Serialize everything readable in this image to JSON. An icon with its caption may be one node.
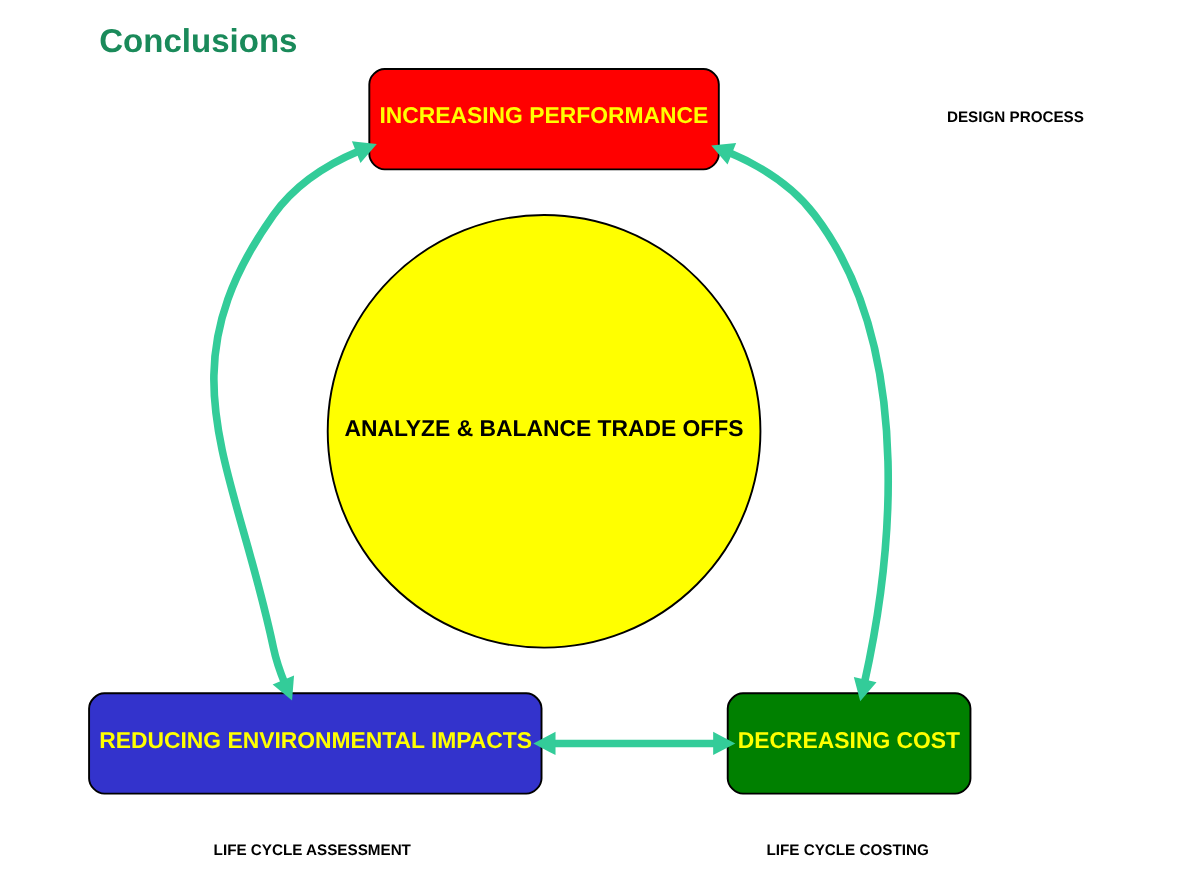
{
  "diagram": {
    "title": "Conclusions",
    "nodes": [
      {
        "text": [
          "INCREASING PERFORMANCE"
        ]
      },
      {
        "text": [
          "ANALYZE & BALANCE TRADE OFFS"
        ]
      },
      {
        "text": [
          "REDUCING ENVIRONMENTAL IMPACTS"
        ],
        "beside": [
          "LIFE CYCLE ASSESSMENT"
        ]
      },
      {
        "text": [
          "DECREASING COST"
        ],
        "beside": [
          "LIFE CYCLE COSTING"
        ]
      }
    ],
    "edges": [
      {
        "from": 2,
        "to": 0,
        "arrow": "both"
      },
      {
        "from": 0,
        "to": 3,
        "arrow": "both"
      },
      {
        "from": 2,
        "to": 3,
        "arrow": "both"
      }
    ],
    "labels": [
      "DESIGN PROCESS"
    ]
  }
}
